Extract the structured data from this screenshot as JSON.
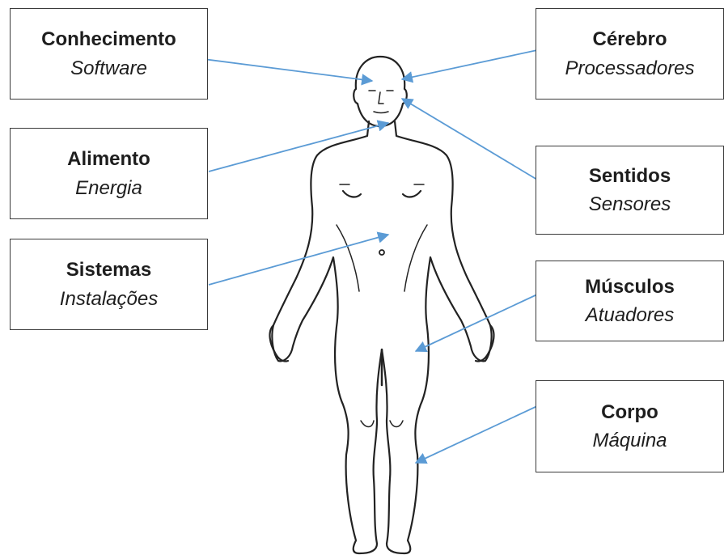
{
  "boxes": {
    "conhecimento": {
      "title": "Conhecimento",
      "subtitle": "Software"
    },
    "alimento": {
      "title": "Alimento",
      "subtitle": "Energia"
    },
    "sistemas": {
      "title": "Sistemas",
      "subtitle": "Instalações"
    },
    "cerebro": {
      "title": "Cérebro",
      "subtitle": "Processadores"
    },
    "sentidos": {
      "title": "Sentidos",
      "subtitle": "Sensores"
    },
    "musculos": {
      "title": "Músculos",
      "subtitle": "Atuadores"
    },
    "corpo": {
      "title": "Corpo",
      "subtitle": "Máquina"
    }
  },
  "colors": {
    "arrow": "#5b9bd5",
    "outline": "#222222"
  },
  "figure_icon": "human-body-outline"
}
